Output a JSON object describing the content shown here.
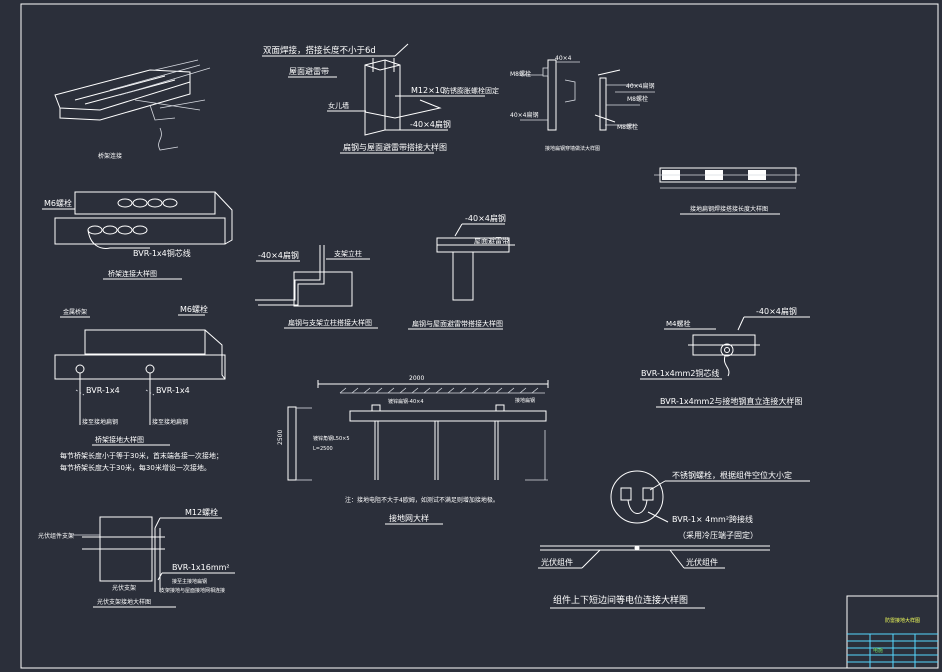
{
  "labels": {
    "top_note": "双面焊接，搭接长度不小于6d",
    "hot_galv": "屋面避雷带",
    "m12x10": "M12×10",
    "bolt_fix": "防锈膨胀螺栓固定",
    "femaleWall": "女儿墙",
    "flat_40x4_a": "-40×4扁钢",
    "title_flat_lightning": "扁钢与屋面避雷带搭接大样图",
    "m6_a": "M6螺栓",
    "bvr_1x4_a": "BVR-1x4铜芯线",
    "title_bridge": "桥架连接大样图",
    "flat_40x4_b": "-40×4扁钢",
    "support_col": "支架立柱",
    "title_flat_support": "扁钢与支架立柱搭接大样图",
    "flat_40x4_c": "-40×4扁钢",
    "roof_lightning": "屋面避雷带",
    "title_flat_roof": "扁钢与屋面避雷带搭接大样图",
    "metal_bridge": "金属桥架",
    "m6_b": "M6螺栓",
    "bvr_1x4_b": "BVR-1x4",
    "bvr_1x4_c": "BVR-1x4",
    "ground_note_l": "接至接地扁钢",
    "ground_note_r": "接至接地扁钢",
    "title_bridge_ground": "桥架接地大样图",
    "bridge_note_1": "每节桥架长度小于等于30米，首末端各接一次接地；",
    "bridge_note_2": "每节桥架长度大于30米，每30米增设一次接地。",
    "m12_b": "M12螺栓",
    "bvr_1x16": "BVR-1x16mm²",
    "support_frame": "光伏支架",
    "title_support_ground": "光伏支架接地大样图",
    "ground_width": "2000",
    "ground_note": "注：接地电阻不大于4欧姆，如测试不满足则增加接地极。",
    "title_ground_net": "接地网大样",
    "m4_bolt": "M4螺栓",
    "flat_40x4_d": "-40×4扁钢",
    "bvr_4mm_a": "BVR-1x4mm2铜芯线",
    "bvr_4mm_title": "BVR-1x4mm2与接地钢直立连接大样图",
    "stainless_bolt": "不锈钢螺栓，根据组件空位大小定",
    "bvr_4mm_b": "BVR-1× 4mm²跨接线",
    "crimp_note": "（采用冷压端子固定）",
    "pv_module_l": "光伏组件",
    "pv_module_r": "光伏组件",
    "title_equipotential": "组件上下短边间等电位连接大样图",
    "flat_detail_title": "接地扁钢穿墙做法大样图",
    "title_block_name": "防雷接地大样图",
    "title_block_code": "电施"
  },
  "colors": {
    "background": "#2b2f3a",
    "line": "#ffffff",
    "accent_cyan": "#54d7ff",
    "accent_yellow": "#f2ff5a",
    "accent_green": "#73e26b"
  }
}
